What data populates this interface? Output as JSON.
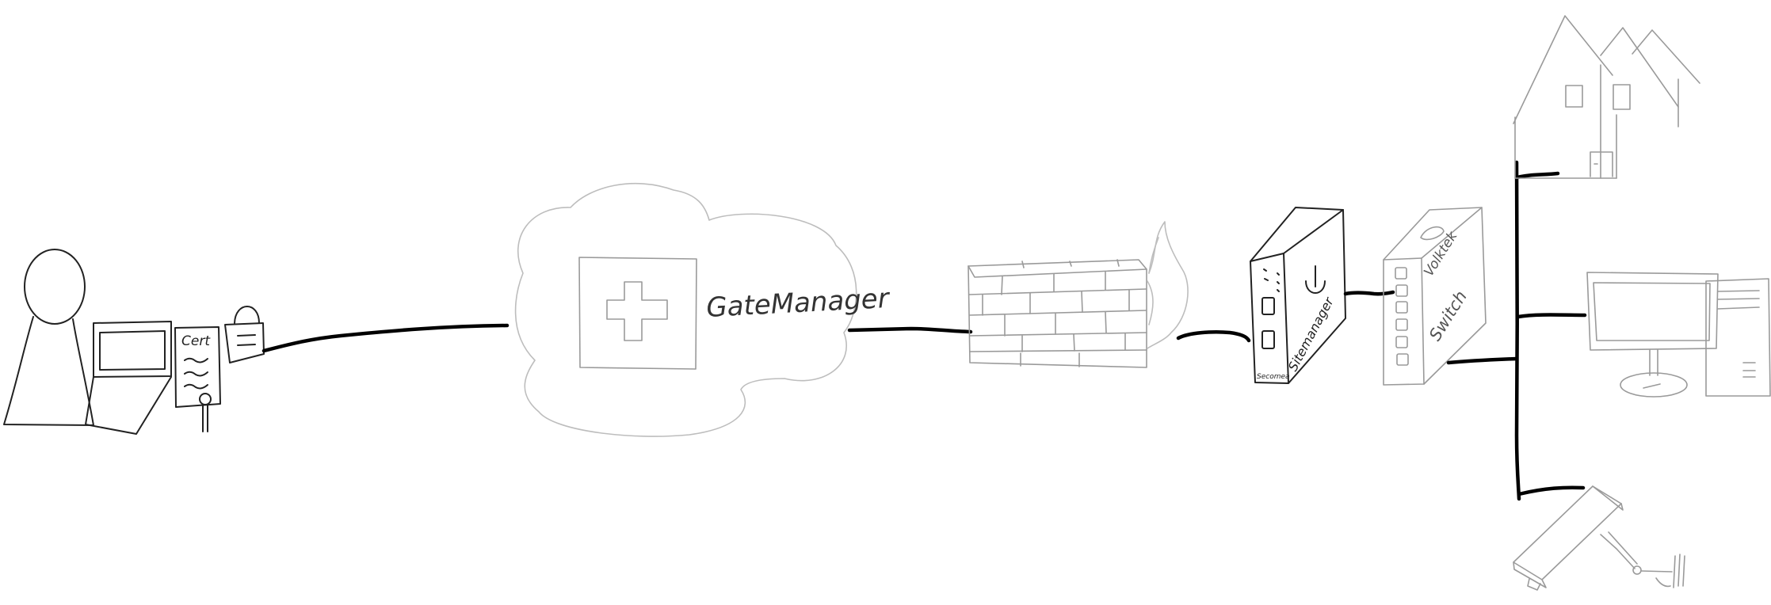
{
  "labels": {
    "gatemanager": "GateManager",
    "certificate": "Cert",
    "sitemanager": "Sitemanager",
    "secomea": "Secomea",
    "switch_brand": "Volktek",
    "switch": "Switch"
  },
  "colors": {
    "ink": "#222222",
    "wire": "#000000",
    "light_ink": "#9a9a9a",
    "background": "#ffffff"
  },
  "icons": [
    "person-icon",
    "laptop-icon",
    "certificate-icon",
    "padlock-icon",
    "cloud-icon",
    "plus-icon",
    "firewall-icon",
    "flame-icon",
    "sitemanager-device-icon",
    "network-switch-icon",
    "house-icon",
    "computer-icon",
    "security-camera-icon"
  ]
}
